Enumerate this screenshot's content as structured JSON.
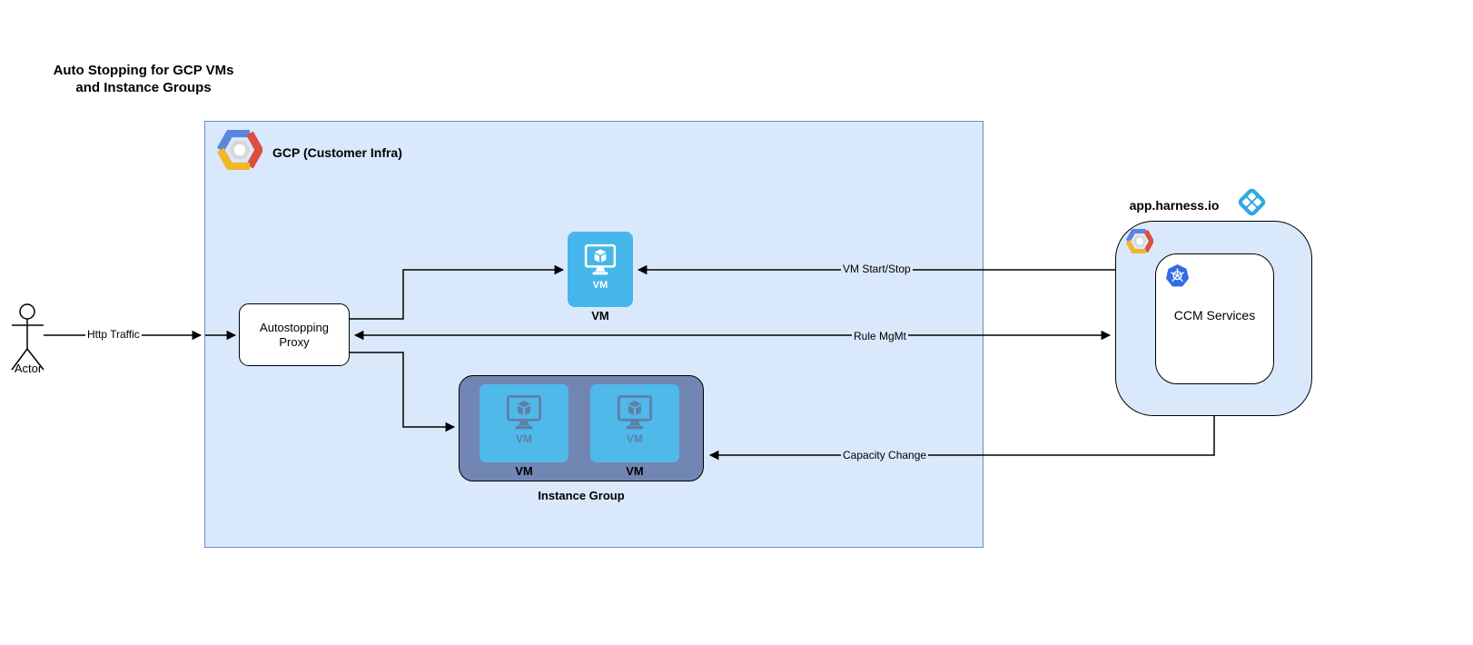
{
  "title": {
    "line1": "Auto Stopping for GCP VMs",
    "line2": "and Instance Groups"
  },
  "actor": {
    "label": "Actor"
  },
  "gcp": {
    "label": "GCP (Customer Infra)"
  },
  "proxy": {
    "label": "Autostopping Proxy"
  },
  "vm": {
    "tile_text": "VM",
    "caption": "VM"
  },
  "instance_group": {
    "caption": "Instance Group",
    "tiles": [
      {
        "tile_text": "VM",
        "caption": "VM"
      },
      {
        "tile_text": "VM",
        "caption": "VM"
      }
    ]
  },
  "harness": {
    "label": "app.harness.io",
    "ccm_label": "CCM Services"
  },
  "edges": {
    "http_traffic": "Http Traffic",
    "vm_start_stop": "VM Start/Stop",
    "rule_mgmt": "Rule MgMt",
    "capacity_change": "Capacity Change"
  },
  "colors": {
    "gcp_container_fill": "#dae8fc",
    "gcp_container_border": "#6c8ebf",
    "harness_container_fill": "#dae8fc",
    "vm_tile": "#45b6e9",
    "instance_group_fill": "#7286b4",
    "inner_vm_tile": "#4fb9ea",
    "inner_vm_glyph": "#5f7fa8",
    "kubernetes_blue": "#326ce5",
    "harness_logo_blue": "#2fa9e0",
    "gcp_logo_blue": "#5c85de",
    "gcp_logo_red": "#d95040",
    "gcp_logo_yellow": "#efb829",
    "connector": "#000000"
  }
}
